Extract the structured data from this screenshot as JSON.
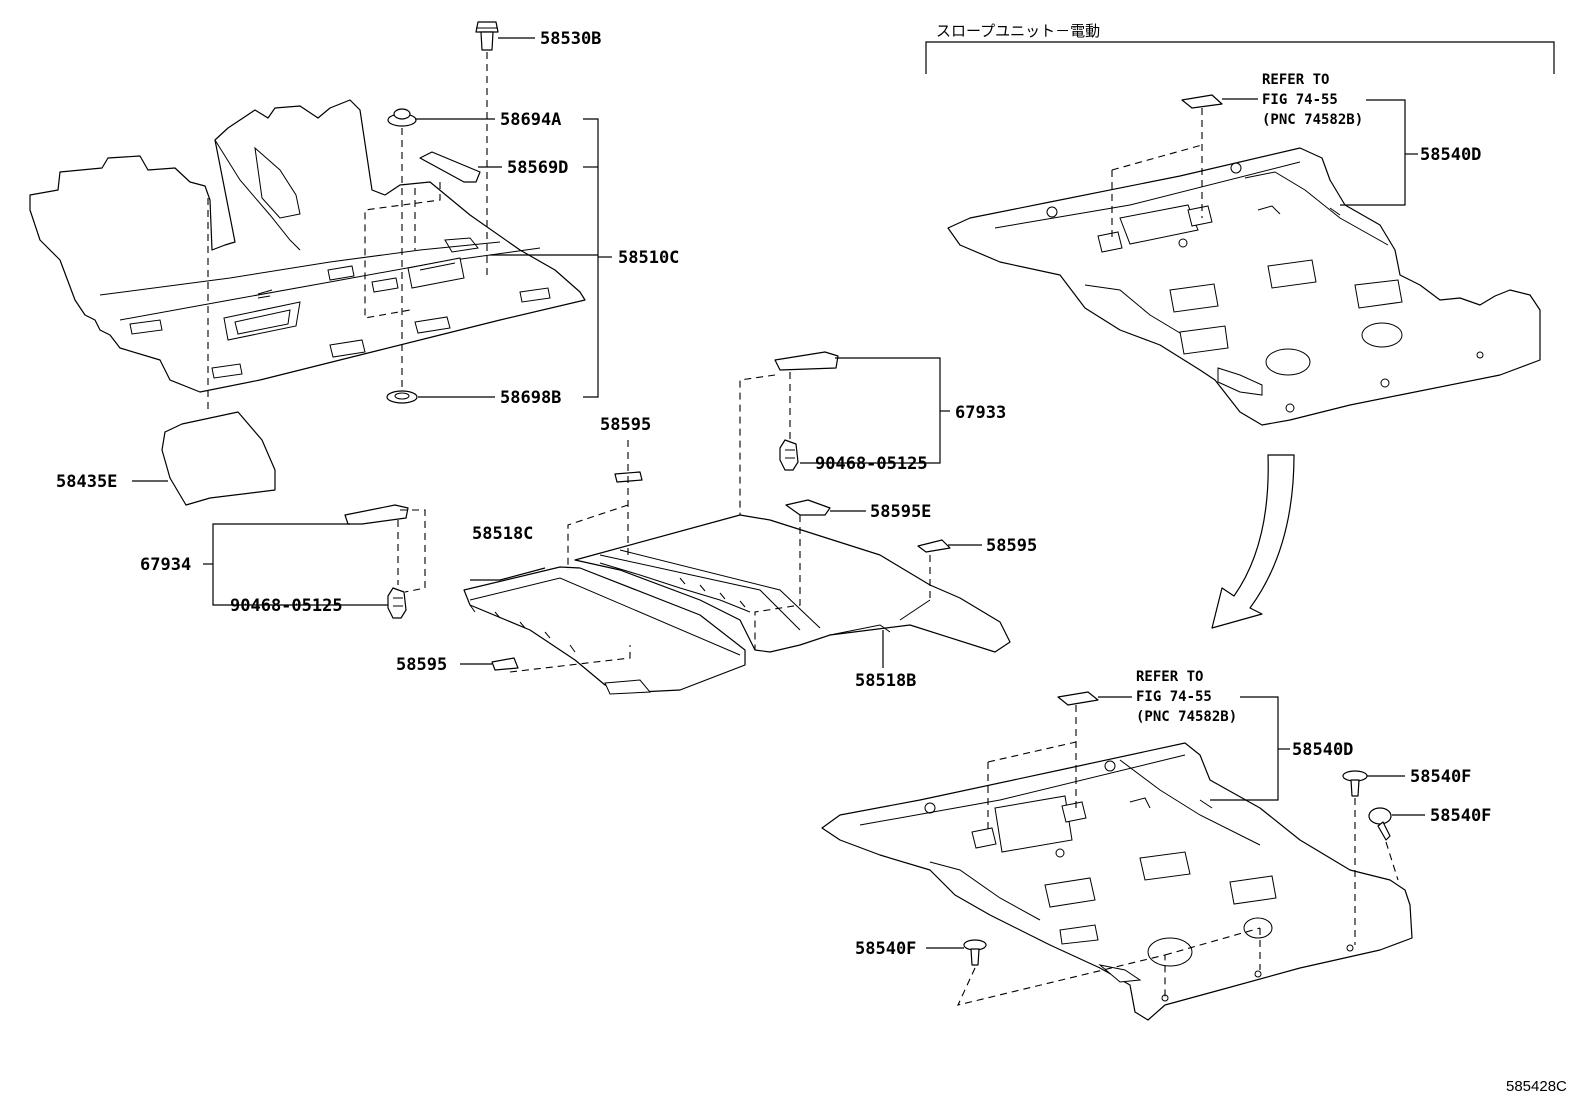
{
  "group_title": "スロープユニット－電動",
  "figure_code": "585428C",
  "labels": {
    "p58530B": "58530B",
    "p58694A": "58694A",
    "p58569D": "58569D",
    "p58510C": "58510C",
    "p58698B": "58698B",
    "p58435E": "58435E",
    "p58595_a": "58595",
    "p67933": "67933",
    "p90468_a": "90468-05125",
    "p58595E": "58595E",
    "p58595_b": "58595",
    "p58518C": "58518C",
    "p67934": "67934",
    "p90468_b": "90468-05125",
    "p58595_c": "58595",
    "p58518B": "58518B",
    "p58540D_a": "58540D",
    "p58540D_b": "58540D",
    "p58540F_a": "58540F",
    "p58540F_b": "58540F",
    "p58540F_c": "58540F"
  },
  "refer_top": {
    "line1": "REFER TO",
    "line2": "FIG 74-55",
    "line3": "(PNC 74582B)"
  },
  "refer_bottom": {
    "line1": "REFER TO",
    "line2": "FIG 74-55",
    "line3": "(PNC 74582B)"
  }
}
